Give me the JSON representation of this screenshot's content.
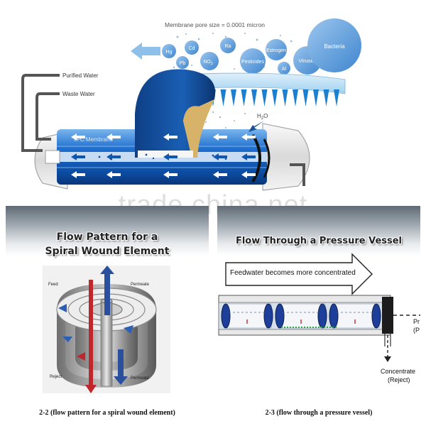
{
  "top_diagram": {
    "pore_size_label": "Membrane pore size = 0.0001 micron",
    "contaminants": [
      "Hg",
      "Cd",
      "Ra",
      "Pb",
      "NO3",
      "Pesticides",
      "Estrogen",
      "Al",
      "Viruses",
      "Bacteria"
    ],
    "nitrate_main": "NO",
    "nitrate_sub": "3",
    "water_label": "H2O",
    "water_main": "H",
    "water_sub": "2",
    "water_tail": "O",
    "purified_water_label": "Purified Water",
    "waste_water_label": "Waste Water",
    "tfc_membrane_label": "TFC Membrane"
  },
  "watermark": "trade.china.net",
  "panel_left": {
    "title_line1": "Flow Pattern for a",
    "title_line2": "Spiral Wound Element",
    "labels": {
      "feed": "Feed",
      "permeate_top": "Permeate",
      "reject": "Reject",
      "permeate_bottom": "Permeate"
    },
    "caption": "2-2 (flow pattern for a spiral wound element)"
  },
  "panel_right": {
    "title": "Flow Through a Pressure Vessel",
    "arrow_text": "Feedwater becomes more concentrated",
    "product_label_1": "Pr",
    "product_label_2": "(P",
    "concentrate_label_1": "Concentrate",
    "concentrate_label_2": "(Reject)",
    "caption": "2-3 (flow through a pressure vessel)"
  },
  "colors": {
    "tube_blue": "#0d57b3",
    "bubble_blue": "#5b9bd5",
    "tooth_blue": "#1d7fd0",
    "dark_blue": "#123d7a",
    "pipe_gray": "#555555",
    "feed_red": "#c0272d"
  }
}
